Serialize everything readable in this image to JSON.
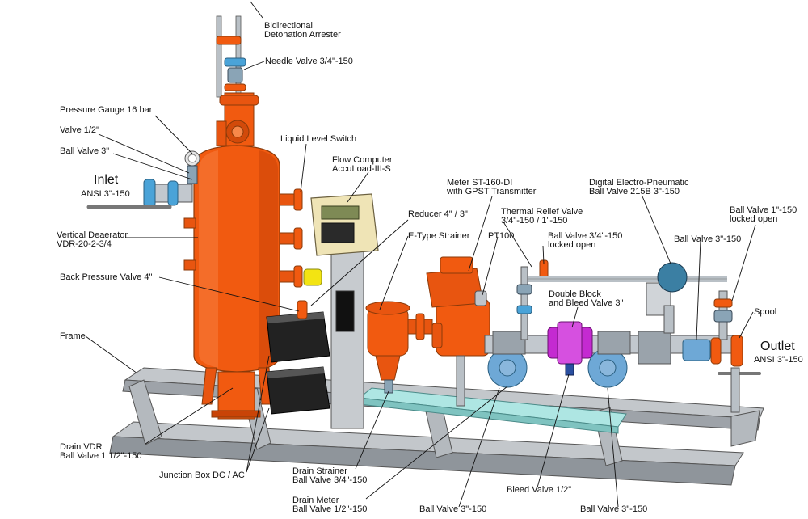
{
  "diagram": {
    "colors": {
      "vessel": "#f15a10",
      "vessel_dark": "#c94407",
      "frame": "#aeb3b8",
      "frame_dark": "#6b7077",
      "flange_blue": "#4aa3d8",
      "valve_gray": "#9aa3ab",
      "magenta": "#c42ad1",
      "cyan_base": "#9fe0df",
      "junction_box": "#222222",
      "panel": "#efe4b6",
      "display": "#7e8a55",
      "yellow": "#f3e412"
    },
    "labels": {
      "detonation_arrester_1": "Bidirectional",
      "detonation_arrester_2": "Detonation Arrester",
      "needle_valve": "Needle Valve 3/4\"-150",
      "pressure_gauge": "Pressure Gauge 16 bar",
      "valve_half": "Valve 1/2\"",
      "ball_valve_3": "Ball Valve 3\"",
      "inlet_title": "Inlet",
      "inlet_ansi": "ANSI 3\"-150",
      "liquid_level_switch": "Liquid Level Switch",
      "flow_computer_1": "Flow Computer",
      "flow_computer_2": "AccuLoad-III-S",
      "meter_1": "Meter ST-160-DI",
      "meter_2": "with GPST Transmitter",
      "digital_valve_1": "Digital Electro-Pneumatic",
      "digital_valve_2": "Ball Valve 215B 3\"-150",
      "ball_valve_1_locked_1": "Ball Valve 1\"-150",
      "ball_valve_1_locked_2": "locked open",
      "reducer": "Reducer 4\" / 3\"",
      "thermal_relief_1": "Thermal Relief Valve",
      "thermal_relief_2": "3/4\"-150 / 1\"-150",
      "deaerator_1": "Vertical Deaerator",
      "deaerator_2": "VDR-20-2-3/4",
      "e_type_strainer": "E-Type Strainer",
      "pt100": "PT100",
      "ball_valve_34_locked_1": "Ball Valve 3/4\"-150",
      "ball_valve_34_locked_2": "locked open",
      "ball_valve_3_150_top": "Ball Valve 3\"-150",
      "back_pressure_valve": "Back Pressure Valve 4\"",
      "double_block_1": "Double Block",
      "double_block_2": "and Bleed Valve 3\"",
      "spool": "Spool",
      "frame": "Frame",
      "outlet_title": "Outlet",
      "outlet_ansi": "ANSI 3\"-150",
      "drain_vdr_1": "Drain VDR",
      "drain_vdr_2": "Ball Valve 1 1/2\"-150",
      "junction_box": "Junction Box DC / AC",
      "drain_strainer_1": "Drain Strainer",
      "drain_strainer_2": "Ball Valve 3/4\"-150",
      "bleed_valve": "Bleed Valve 1/2\"",
      "drain_meter_1": "Drain Meter",
      "drain_meter_2": "Ball Valve 1/2\"-150",
      "ball_valve_bottom_left": "Ball Valve 3\"-150",
      "ball_valve_bottom_right": "Ball Valve 3\"-150"
    }
  }
}
